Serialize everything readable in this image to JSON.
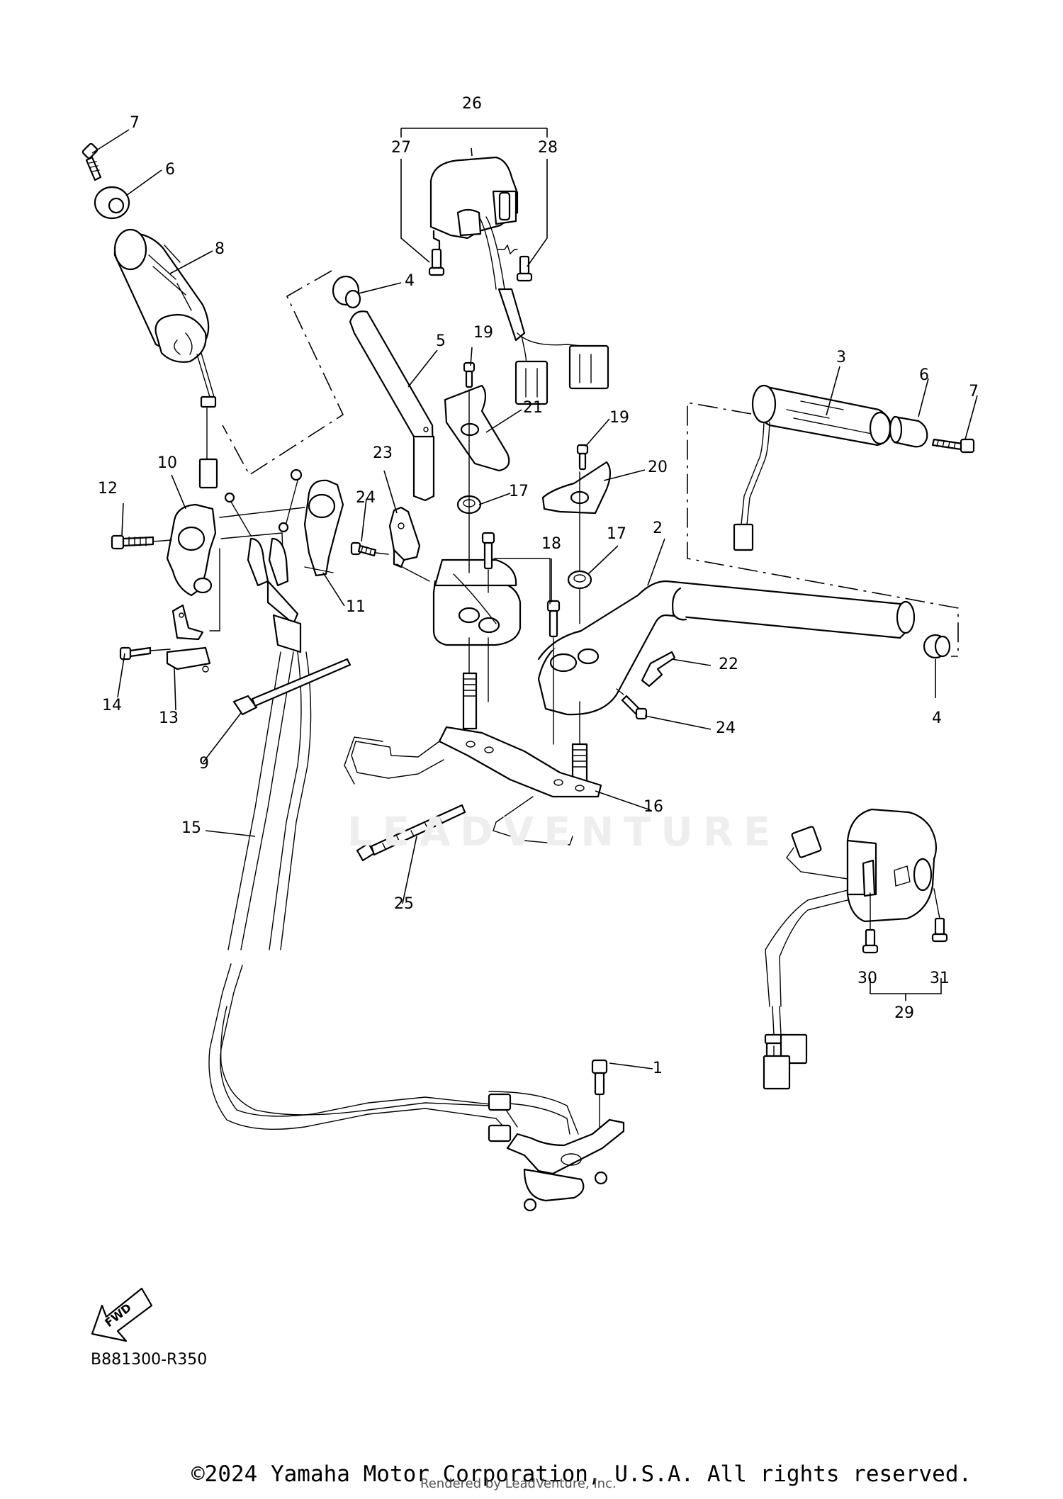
{
  "diagram": {
    "code": "B881300-R350",
    "fwd_label": "FWD",
    "watermark": "LEADVENTURE"
  },
  "footer": {
    "copyright": "©2024 Yamaha Motor Corporation, U.S.A. All rights reserved.",
    "rendered_by": "Rendered by LeadVenture, Inc."
  },
  "callouts": [
    "1",
    "2",
    "3",
    "4",
    "4",
    "5",
    "6",
    "6",
    "7",
    "7",
    "8",
    "9",
    "10",
    "11",
    "12",
    "13",
    "14",
    "15",
    "16",
    "17",
    "17",
    "18",
    "19",
    "19",
    "20",
    "21",
    "22",
    "23",
    "24",
    "24",
    "25",
    "26",
    "27",
    "28",
    "29",
    "30",
    "31"
  ]
}
